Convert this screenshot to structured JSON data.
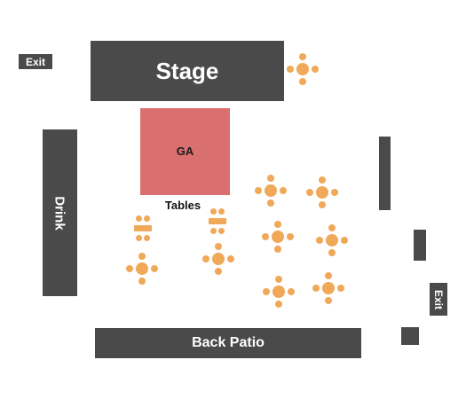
{
  "labels": {
    "stage": "Stage",
    "exit_top": "Exit",
    "exit_right": "Exit",
    "drink": "Drink",
    "ga": "GA",
    "tables": "Tables",
    "back_patio": "Back Patio"
  },
  "colors": {
    "fixed_area": "#4a4a4a",
    "ga_section": "#d9706f",
    "table": "#f0a859",
    "background": "#ffffff"
  }
}
